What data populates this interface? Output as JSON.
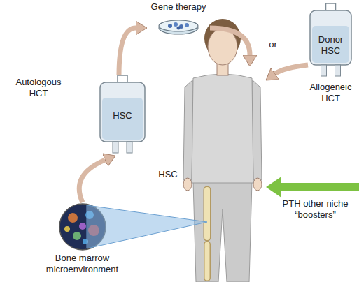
{
  "diagram": {
    "nodes": [
      {
        "text": [
          "Gene therapy"
        ]
      },
      {
        "text": [
          "HSC",
          "Autologous HCT"
        ]
      },
      {
        "text": [
          "Donor HSC",
          "Allogeneic HCT"
        ]
      },
      {
        "text": [
          "HSC"
        ]
      },
      {
        "text": [
          "Bone marrow microenvironment"
        ]
      },
      {
        "text": [
          "PTH other niche “boosters”"
        ]
      }
    ],
    "edges": [
      {
        "from": 4,
        "to": 1,
        "arrow": "to"
      },
      {
        "from": 1,
        "to": 0,
        "arrow": "to"
      },
      {
        "from": 0,
        "to": 3,
        "arrow": "to"
      },
      {
        "from": 2,
        "to": 3,
        "arrow": "to"
      },
      {
        "from": 5,
        "to": 3,
        "arrow": "to"
      }
    ],
    "labels": [
      "or"
    ]
  }
}
